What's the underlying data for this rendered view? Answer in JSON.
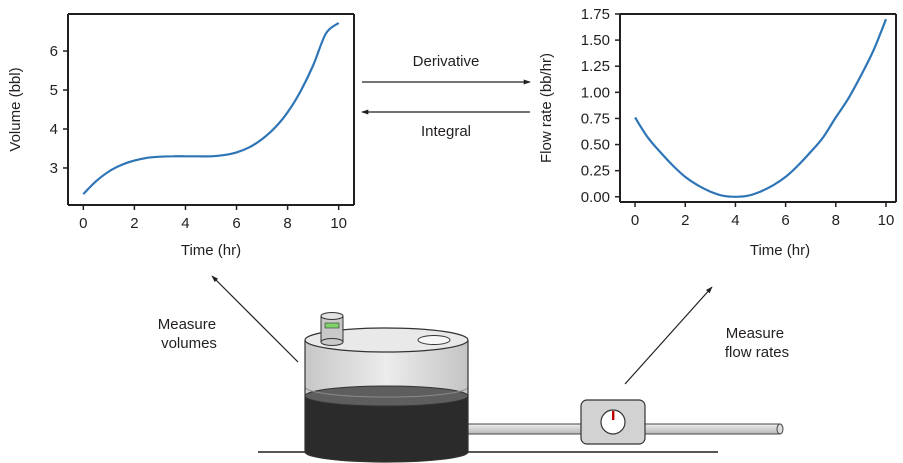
{
  "chart_data": [
    {
      "type": "line",
      "title": "",
      "xlabel": "Time (hr)",
      "ylabel": "Volume (bbl)",
      "xlim": [
        -0.6,
        10.6
      ],
      "ylim": [
        2.05,
        6.95
      ],
      "x_ticks": [
        0,
        2,
        4,
        6,
        8,
        10
      ],
      "y_ticks": [
        3,
        4,
        5,
        6
      ],
      "x_tick_labels": [
        "0",
        "2",
        "4",
        "6",
        "8",
        "10"
      ],
      "y_tick_labels": [
        "3",
        "4",
        "5",
        "6"
      ],
      "grid": false,
      "series": [
        {
          "color": "#2e75b6",
          "x": [
            0,
            0.5,
            1,
            1.5,
            2,
            2.5,
            3,
            3.5,
            4,
            4.5,
            5,
            5.5,
            6,
            6.5,
            7,
            7.5,
            8,
            8.5,
            9,
            9.5,
            10
          ],
          "y": [
            2.33,
            2.66,
            2.91,
            3.08,
            3.19,
            3.26,
            3.29,
            3.3,
            3.3,
            3.3,
            3.3,
            3.33,
            3.4,
            3.53,
            3.74,
            4.03,
            4.43,
            4.96,
            5.63,
            6.45,
            6.72
          ]
        }
      ]
    },
    {
      "type": "line",
      "title": "",
      "xlabel": "Time (hr)",
      "ylabel": "Flow rate (bb/hr)",
      "xlim": [
        -0.6,
        10.4
      ],
      "ylim": [
        -0.05,
        1.75
      ],
      "x_ticks": [
        0,
        2,
        4,
        6,
        8,
        10
      ],
      "y_ticks": [
        0,
        0.25,
        0.5,
        0.75,
        1.0,
        1.25,
        1.5,
        1.75
      ],
      "x_tick_labels": [
        "0",
        "2",
        "4",
        "6",
        "8",
        "10"
      ],
      "y_tick_labels": [
        "0.00",
        "0.25",
        "0.50",
        "0.75",
        "1.00",
        "1.25",
        "1.50",
        "1.75"
      ],
      "grid": false,
      "series": [
        {
          "color": "#2e75b6",
          "x": [
            0,
            0.5,
            1,
            1.5,
            2,
            2.5,
            3,
            3.5,
            4,
            4.5,
            5,
            5.5,
            6,
            6.5,
            7,
            7.5,
            8,
            8.5,
            9,
            9.5,
            10
          ],
          "y": [
            0.76,
            0.57,
            0.43,
            0.3,
            0.19,
            0.11,
            0.05,
            0.01,
            0.0,
            0.01,
            0.05,
            0.11,
            0.19,
            0.3,
            0.43,
            0.57,
            0.76,
            0.94,
            1.16,
            1.4,
            1.7
          ]
        }
      ]
    }
  ],
  "arrows": {
    "derivative_label": "Derivative",
    "integral_label": "Integral"
  },
  "annotations": {
    "measure_volumes": [
      "Measure",
      "volumes"
    ],
    "measure_flow_rates": [
      "Measure",
      "flow rates"
    ]
  },
  "colors": {
    "curve": "#2e75b6",
    "axis": "#231f20",
    "liquid": "#2b2b2b",
    "tank_shell": "#d7d7d7",
    "meter_body": "#d2d2d2",
    "gauge_indicator": "#7fd36b",
    "meter_needle": "#c00000"
  }
}
